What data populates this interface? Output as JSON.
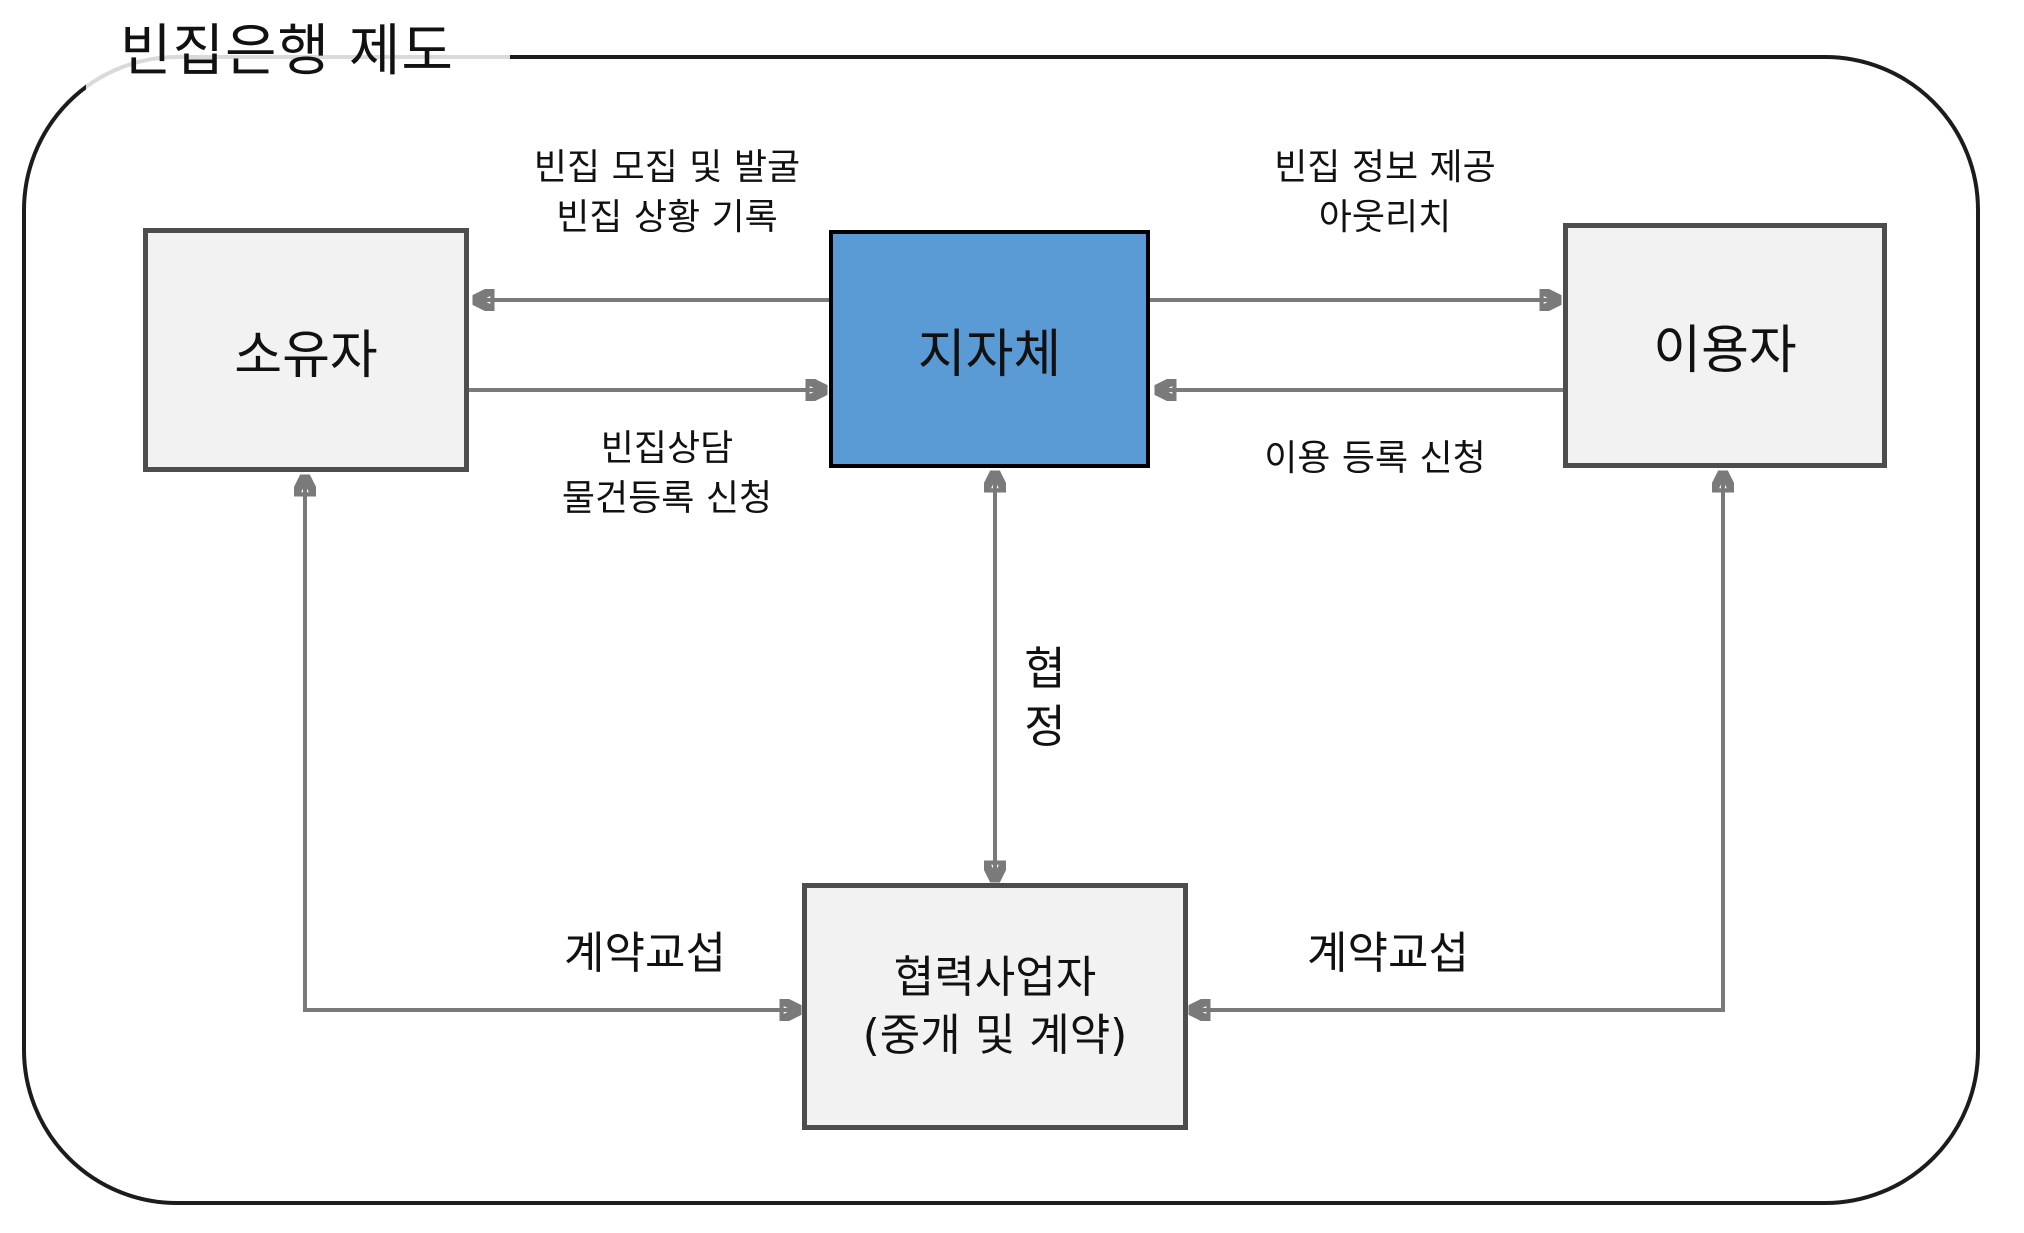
{
  "diagram": {
    "title": "빈집은행 제도",
    "nodes": {
      "owner": {
        "label": "소유자"
      },
      "government": {
        "label": "지자체"
      },
      "user": {
        "label": "이용자"
      },
      "partner": {
        "line1": "협력사업자",
        "line2": "(중개 및 계약)"
      }
    },
    "edges": {
      "gov_to_owner": {
        "line1": "빈집 모집 및 발굴",
        "line2": "빈집 상황 기록",
        "direction": "지자체 → 소유자"
      },
      "owner_to_gov": {
        "line1": "빈집상담",
        "line2": "물건등록 신청",
        "direction": "소유자 → 지자체"
      },
      "gov_to_user": {
        "line1": "빈집 정보 제공",
        "line2": "아웃리치",
        "direction": "지자체 → 이용자"
      },
      "user_to_gov": {
        "label": "이용 등록 신청",
        "direction": "이용자 → 지자체"
      },
      "gov_partner": {
        "line1": "협",
        "line2": "정",
        "direction": "지자체 ↕ 협력사업자"
      },
      "owner_partner": {
        "label": "계약교섭",
        "direction": "소유자 ↕ 협력사업자"
      },
      "user_partner": {
        "label": "계약교섭",
        "direction": "이용자 ↕ 협력사업자"
      }
    },
    "colors": {
      "government_fill": "#5b9bd5",
      "node_fill": "#f2f2f2",
      "node_border": "#4d4d4d",
      "line": "#7a7a7a",
      "arrowhead": "#161616",
      "text": "#111111"
    }
  }
}
